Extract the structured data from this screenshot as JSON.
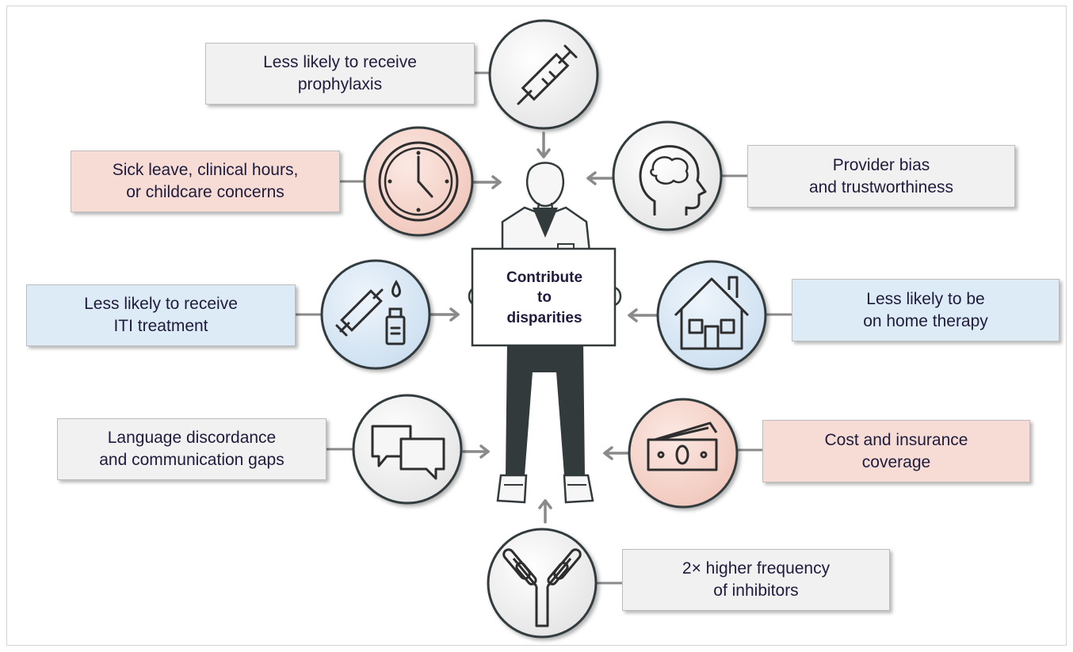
{
  "center": {
    "sign_text": "Contribute\nto\ndisparities"
  },
  "factors": [
    {
      "id": "prophylaxis",
      "text": "Less likely to receive\nprophylaxis",
      "category": "grey",
      "icon": "syringe-icon"
    },
    {
      "id": "sick-leave",
      "text": "Sick leave, clinical hours,\nor childcare concerns",
      "category": "pink",
      "icon": "clock-icon"
    },
    {
      "id": "provider-bias",
      "text": "Provider bias\nand trustworthiness",
      "category": "grey",
      "icon": "brain-head-icon"
    },
    {
      "id": "iti",
      "text": "Less likely to receive\nITI treatment",
      "category": "blue",
      "icon": "syringe-vial-icon"
    },
    {
      "id": "home-therapy",
      "text": "Less likely to be\non home therapy",
      "category": "blue",
      "icon": "house-icon"
    },
    {
      "id": "language",
      "text": "Language discordance\nand communication gaps",
      "category": "grey",
      "icon": "chat-bubbles-icon"
    },
    {
      "id": "cost",
      "text": "Cost and insurance\ncoverage",
      "category": "pink",
      "icon": "money-icon"
    },
    {
      "id": "inhibitors",
      "text": "2× higher frequency\nof inhibitors",
      "category": "grey",
      "icon": "antibody-icon"
    }
  ],
  "colors": {
    "grey": "#f1f1f1",
    "pink": "#f6dcd4",
    "blue": "#dcebf6",
    "text": "#1f1b3d",
    "connector": "#8a8a8a",
    "figure": "#333a3c"
  }
}
